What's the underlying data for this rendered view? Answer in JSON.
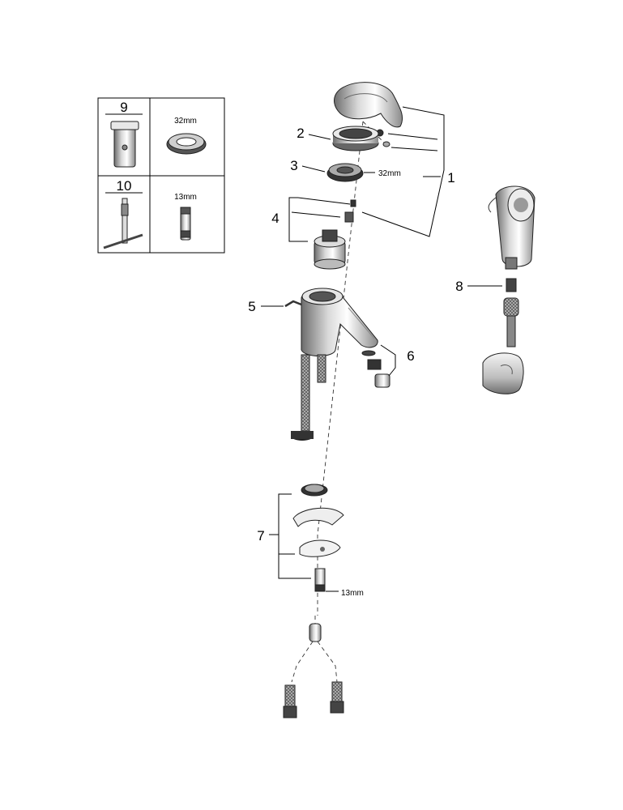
{
  "tools_table": {
    "rows": [
      {
        "number": "9",
        "size": "32mm"
      },
      {
        "number": "10",
        "size": "13mm"
      }
    ]
  },
  "callouts": {
    "c1": "1",
    "c2": "2",
    "c3": "3",
    "c3_size": "32mm",
    "c4": "4",
    "c5": "5",
    "c6": "6",
    "c7": "7",
    "c7_size": "13mm",
    "c8": "8"
  }
}
